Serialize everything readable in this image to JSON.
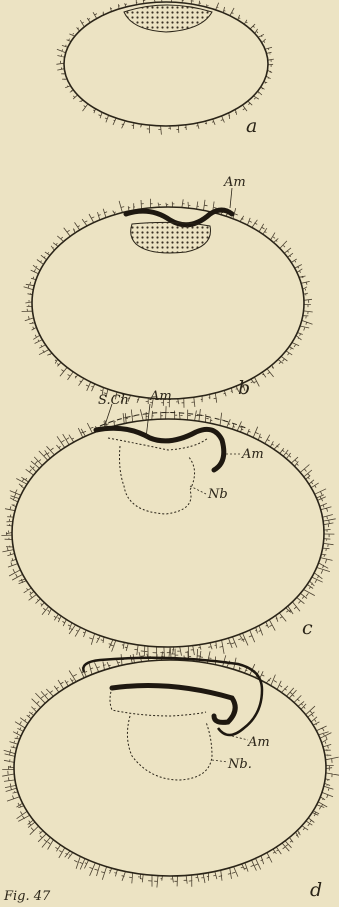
{
  "figure": {
    "caption": "Fig. 47",
    "panels": [
      {
        "id": "a",
        "label": "a",
        "annotations": []
      },
      {
        "id": "b",
        "label": "b",
        "annotations": [
          "Am"
        ]
      },
      {
        "id": "c",
        "label": "c",
        "annotations": [
          "S.Ch",
          "Am",
          "Am",
          "Nb"
        ]
      },
      {
        "id": "d",
        "label": "d",
        "annotations": [
          "Am",
          "Nb."
        ]
      }
    ]
  },
  "colors": {
    "paper": "#ece3c3",
    "ink": "#2a2418",
    "villi": "#4a4030"
  }
}
